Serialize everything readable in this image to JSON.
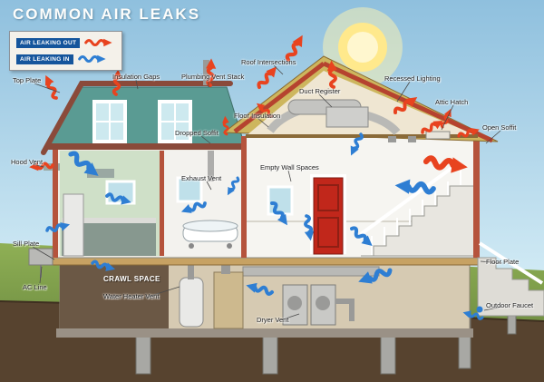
{
  "title": "COMMON AIR LEAKS",
  "legend": {
    "out": "AIR LEAKING OUT",
    "in": "AIR LEAKING IN"
  },
  "colors": {
    "leak_out": "#e8431f",
    "leak_in": "#2e7ed3",
    "sky": "#a9d6ec",
    "grass": "#7fa24b",
    "soil": "#57432f",
    "left_roof": "#5a9b93",
    "right_roof": "#cdb65e",
    "door": "#c1271b",
    "legend_chip": "#15559c"
  },
  "icons": {
    "leak_out_arrow": "wavy-arrow-red",
    "leak_in_arrow": "wavy-arrow-blue"
  },
  "labels": [
    {
      "id": "top-plate",
      "text": "Top Plate"
    },
    {
      "id": "insulation-gaps",
      "text": "Insulation Gaps"
    },
    {
      "id": "plumbing-vent-stack",
      "text": "Plumbing Vent Stack"
    },
    {
      "id": "roof-intersections",
      "text": "Roof Intersections"
    },
    {
      "id": "recessed-lighting",
      "text": "Recessed Lighting"
    },
    {
      "id": "attic-hatch",
      "text": "Attic Hatch"
    },
    {
      "id": "open-soffit",
      "text": "Open Soffit"
    },
    {
      "id": "duct-register",
      "text": "Duct Register"
    },
    {
      "id": "floor-insulation",
      "text": "Floor Insulation"
    },
    {
      "id": "dropped-soffit",
      "text": "Dropped Soffit"
    },
    {
      "id": "hood-vent",
      "text": "Hood Vent"
    },
    {
      "id": "exhaust-vent",
      "text": "Exhaust Vent"
    },
    {
      "id": "empty-wall-spaces",
      "text": "Empty Wall Spaces"
    },
    {
      "id": "sill-plate",
      "text": "Sill Plate"
    },
    {
      "id": "ac-line",
      "text": "AC Line"
    },
    {
      "id": "crawl-space",
      "text": "CRAWL SPACE"
    },
    {
      "id": "water-heater-vent",
      "text": "Water Heater Vent"
    },
    {
      "id": "dryer-vent",
      "text": "Dryer Vent"
    },
    {
      "id": "floor-plate",
      "text": "Floor Plate"
    },
    {
      "id": "outdoor-faucet",
      "text": "Outdoor Faucet"
    }
  ]
}
